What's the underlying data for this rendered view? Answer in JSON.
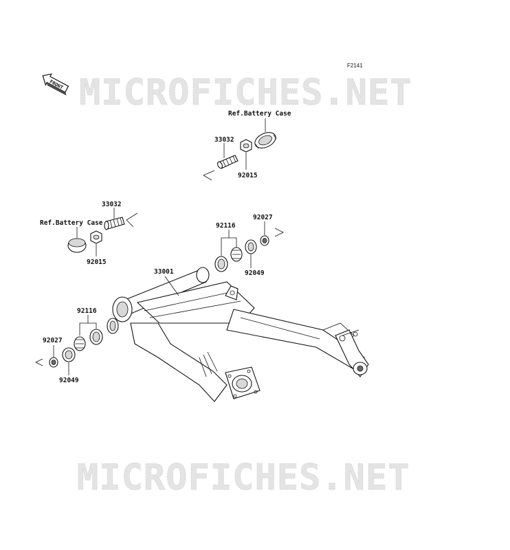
{
  "figure_id": "F2141",
  "front_badge": "FRONT",
  "watermark": "MICROFICHES.NET",
  "labels": {
    "ref_battery_case_top": "Ref.Battery Case",
    "ref_battery_case_left": "Ref.Battery Case",
    "p33032_top": "33032",
    "p92015_top": "92015",
    "p33032_left": "33032",
    "p92015_left": "92015",
    "p92116_right": "92116",
    "p92027_right": "92027",
    "p92049_right": "92049",
    "p33001": "33001",
    "p92116_left": "92116",
    "p92027_left": "92027",
    "p92049_left": "92049"
  }
}
